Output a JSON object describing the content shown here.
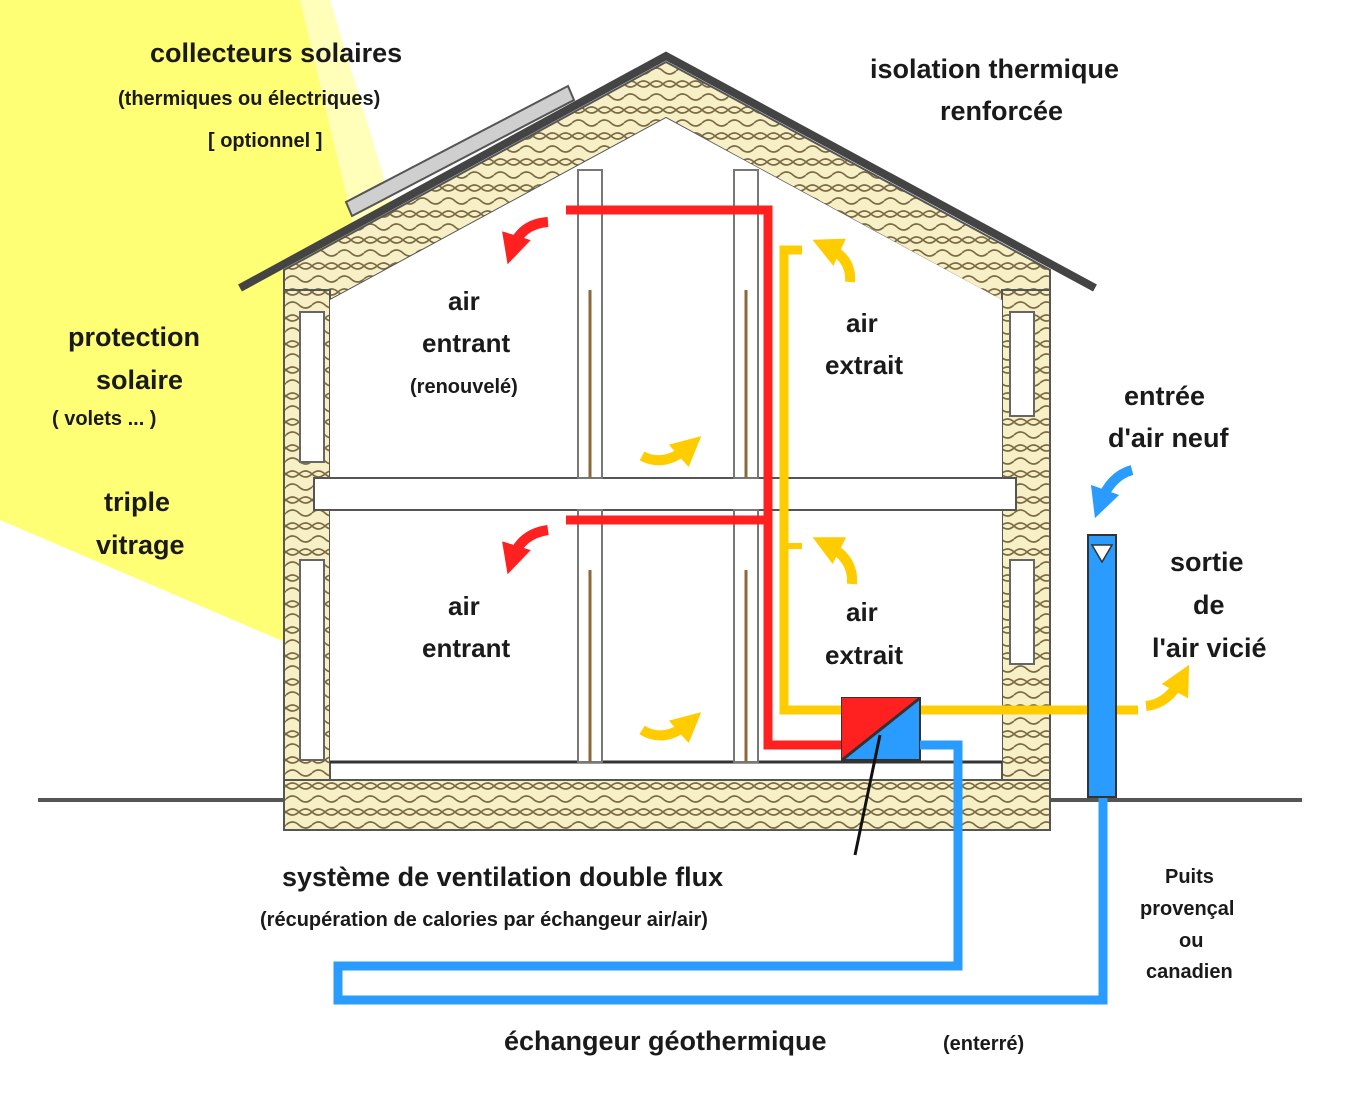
{
  "colors": {
    "sun": "#ffff66",
    "insulation": "#f7f0c6",
    "roof": "#444444",
    "warm_air": "#ff2020",
    "extract_air": "#ffcc00",
    "fresh_air": "#2a9cff",
    "text": "#1a1a1a"
  },
  "icons": {
    "arrow_red": "curved-arrow-icon",
    "arrow_yellow": "curved-arrow-icon",
    "arrow_blue": "curved-arrow-icon"
  },
  "labels": {
    "collecteurs": "collecteurs solaires",
    "collecteurs_sub": "(thermiques ou électriques)",
    "collecteurs_opt": "[ optionnel ]",
    "isolation_1": "isolation thermique",
    "isolation_2": "renforcée",
    "protection_1": "protection",
    "protection_2": "solaire",
    "protection_3": "( volets ... )",
    "triple_1": "triple",
    "triple_2": "vitrage",
    "air_entrant_1a": "air",
    "air_entrant_1b": "entrant",
    "air_entrant_1c": "(renouvelé)",
    "air_extrait_1a": "air",
    "air_extrait_1b": "extrait",
    "air_entrant_2a": "air",
    "air_entrant_2b": "entrant",
    "air_extrait_2a": "air",
    "air_extrait_2b": "extrait",
    "entree_1": "entrée",
    "entree_2": "d'air neuf",
    "sortie_1": "sortie",
    "sortie_2": "de",
    "sortie_3": "l'air vicié",
    "systeme": "système de ventilation double flux",
    "systeme_sub": "(récupération de calories par échangeur air/air)",
    "puits_1": "Puits",
    "puits_2": "provençal",
    "puits_3": "ou",
    "puits_4": "canadien",
    "echangeur": "échangeur géothermique",
    "enterre": "(enterré)"
  }
}
